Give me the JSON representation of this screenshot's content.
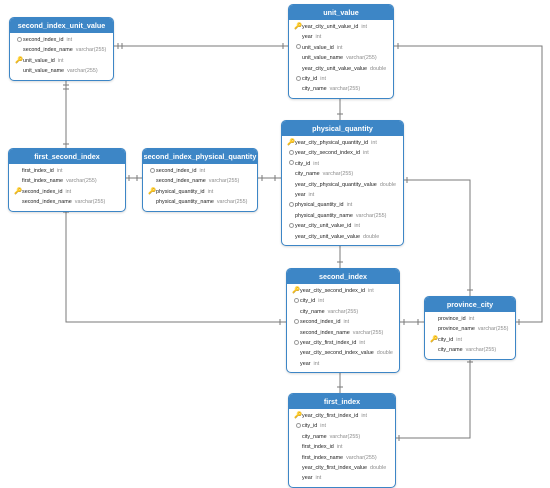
{
  "tables": {
    "second_index_unit_value": {
      "title": "second_index_unit_value",
      "fields": [
        {
          "name": "second_index_id",
          "type": "int",
          "marker": "fk-icon"
        },
        {
          "name": "second_index_name",
          "type": "varchar(255)",
          "marker": "none"
        },
        {
          "name": "unit_value_id",
          "type": "int",
          "marker": "key-icon"
        },
        {
          "name": "unit_value_name",
          "type": "varchar(255)",
          "marker": "none"
        }
      ]
    },
    "unit_value": {
      "title": "unit_value",
      "fields": [
        {
          "name": "year_city_unit_value_id",
          "type": "int",
          "marker": "key-icon"
        },
        {
          "name": "year",
          "type": "int",
          "marker": "none"
        },
        {
          "name": "unit_value_id",
          "type": "int",
          "marker": "fk-icon"
        },
        {
          "name": "unit_value_name",
          "type": "varchar(255)",
          "marker": "none"
        },
        {
          "name": "year_city_unit_value_value",
          "type": "double",
          "marker": "none"
        },
        {
          "name": "city_id",
          "type": "int",
          "marker": "fk-icon"
        },
        {
          "name": "city_name",
          "type": "varchar(255)",
          "marker": "none"
        }
      ]
    },
    "first_second_index": {
      "title": "first_second_index",
      "fields": [
        {
          "name": "first_index_id",
          "type": "int",
          "marker": "none"
        },
        {
          "name": "first_index_name",
          "type": "varchar(255)",
          "marker": "none"
        },
        {
          "name": "second_index_id",
          "type": "int",
          "marker": "key-icon"
        },
        {
          "name": "second_index_name",
          "type": "varchar(255)",
          "marker": "none"
        }
      ]
    },
    "second_index_physical_quantity": {
      "title": "second_index_physical_quantity",
      "fields": [
        {
          "name": "second_index_id",
          "type": "int",
          "marker": "fk-icon"
        },
        {
          "name": "second_index_name",
          "type": "varchar(255)",
          "marker": "none"
        },
        {
          "name": "physical_quantity_id",
          "type": "int",
          "marker": "key-icon"
        },
        {
          "name": "physical_quantity_name",
          "type": "varchar(255)",
          "marker": "none"
        }
      ]
    },
    "physical_quantity": {
      "title": "physical_quantity",
      "fields": [
        {
          "name": "year_city_physical_quantity_id",
          "type": "int",
          "marker": "key-icon"
        },
        {
          "name": "year_city_second_index_id",
          "type": "int",
          "marker": "fk-icon"
        },
        {
          "name": "city_id",
          "type": "int",
          "marker": "fk-icon"
        },
        {
          "name": "city_name",
          "type": "varchar(255)",
          "marker": "none"
        },
        {
          "name": "year_city_physical_quantity_value",
          "type": "double",
          "marker": "none"
        },
        {
          "name": "year",
          "type": "int",
          "marker": "none"
        },
        {
          "name": "physical_quantity_id",
          "type": "int",
          "marker": "fk-icon"
        },
        {
          "name": "physical_quantity_name",
          "type": "varchar(255)",
          "marker": "none"
        },
        {
          "name": "year_city_unit_value_id",
          "type": "int",
          "marker": "fk-icon"
        },
        {
          "name": "year_city_unit_value_value",
          "type": "double",
          "marker": "none"
        }
      ]
    },
    "second_index": {
      "title": "second_index",
      "fields": [
        {
          "name": "year_city_second_index_id",
          "type": "int",
          "marker": "key-icon"
        },
        {
          "name": "city_id",
          "type": "int",
          "marker": "fk-icon"
        },
        {
          "name": "city_name",
          "type": "varchar(255)",
          "marker": "none"
        },
        {
          "name": "second_index_id",
          "type": "int",
          "marker": "fk-icon"
        },
        {
          "name": "second_index_name",
          "type": "varchar(255)",
          "marker": "none"
        },
        {
          "name": "year_city_first_index_id",
          "type": "int",
          "marker": "fk-icon"
        },
        {
          "name": "year_city_second_index_value",
          "type": "double",
          "marker": "none"
        },
        {
          "name": "year",
          "type": "int",
          "marker": "none"
        }
      ]
    },
    "province_city": {
      "title": "province_city",
      "fields": [
        {
          "name": "province_id",
          "type": "int",
          "marker": "none"
        },
        {
          "name": "province_name",
          "type": "varchar(255)",
          "marker": "none"
        },
        {
          "name": "city_id",
          "type": "int",
          "marker": "key-icon"
        },
        {
          "name": "city_name",
          "type": "varchar(255)",
          "marker": "none"
        }
      ]
    },
    "first_index": {
      "title": "first_index",
      "fields": [
        {
          "name": "year_city_first_index_id",
          "type": "int",
          "marker": "key-icon"
        },
        {
          "name": "city_id",
          "type": "int",
          "marker": "fk-icon"
        },
        {
          "name": "city_name",
          "type": "varchar(255)",
          "marker": "none"
        },
        {
          "name": "first_index_id",
          "type": "int",
          "marker": "none"
        },
        {
          "name": "first_index_name",
          "type": "varchar(255)",
          "marker": "none"
        },
        {
          "name": "year_city_first_index_value",
          "type": "double",
          "marker": "none"
        },
        {
          "name": "year",
          "type": "int",
          "marker": "none"
        }
      ]
    }
  },
  "colors": {
    "header": "#3d86c6",
    "key": "#d4a21a",
    "line": "#7a7a7a",
    "type_text": "#8c8c8c"
  }
}
